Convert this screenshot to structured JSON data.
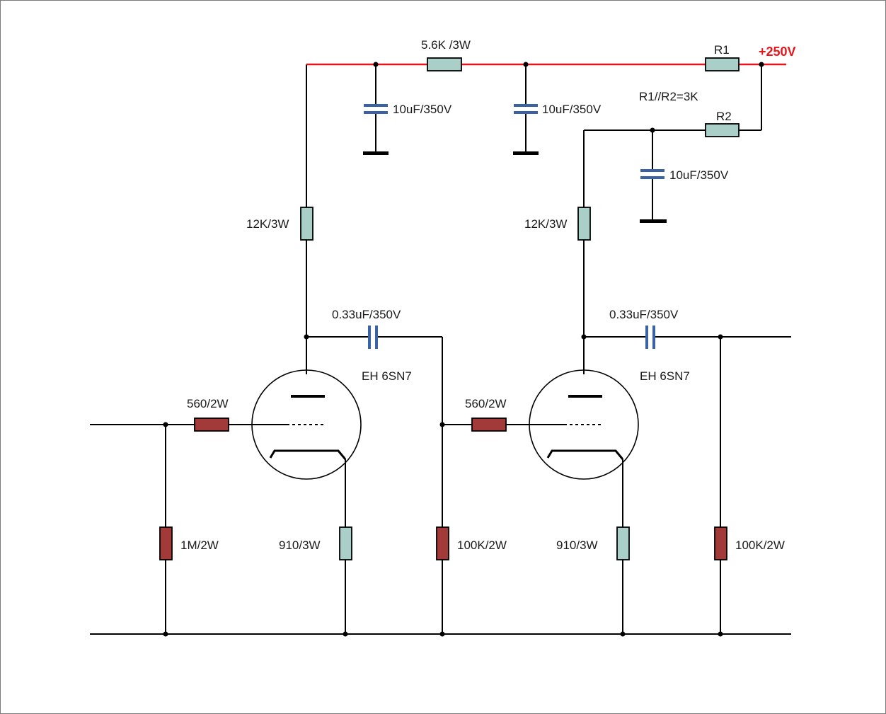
{
  "labels": {
    "supply_voltage": "+250V",
    "r1": "R1",
    "r2": "R2",
    "r1_r2_note": "R1//R2=3K",
    "r_filter": "5.6K /3W",
    "cap_filter_1": "10uF/350V",
    "cap_filter_2": "10uF/350V",
    "cap_filter_3": "10uF/350V",
    "plate_res_1": "12K/3W",
    "plate_res_2": "12K/3W",
    "coupling_cap_1": "0.33uF/350V",
    "coupling_cap_2": "0.33uF/350V",
    "tube_1": "EH 6SN7",
    "tube_2": "EH 6SN7",
    "grid_stopper_1": "560/2W",
    "grid_stopper_2": "560/2W",
    "grid_leak_1": "1M/2W",
    "cathode_res_1": "910/3W",
    "cathode_res_2": "910/3W",
    "grid_leak_2": "100K/2W",
    "output_res": "100K/2W"
  },
  "colors": {
    "wire": "#000000",
    "supply_rail": "#e8161b",
    "resistor_teal": "#a9cfc8",
    "resistor_red": "#a33a3a",
    "capacitor": "#3a63a6",
    "ground": "#000000"
  }
}
